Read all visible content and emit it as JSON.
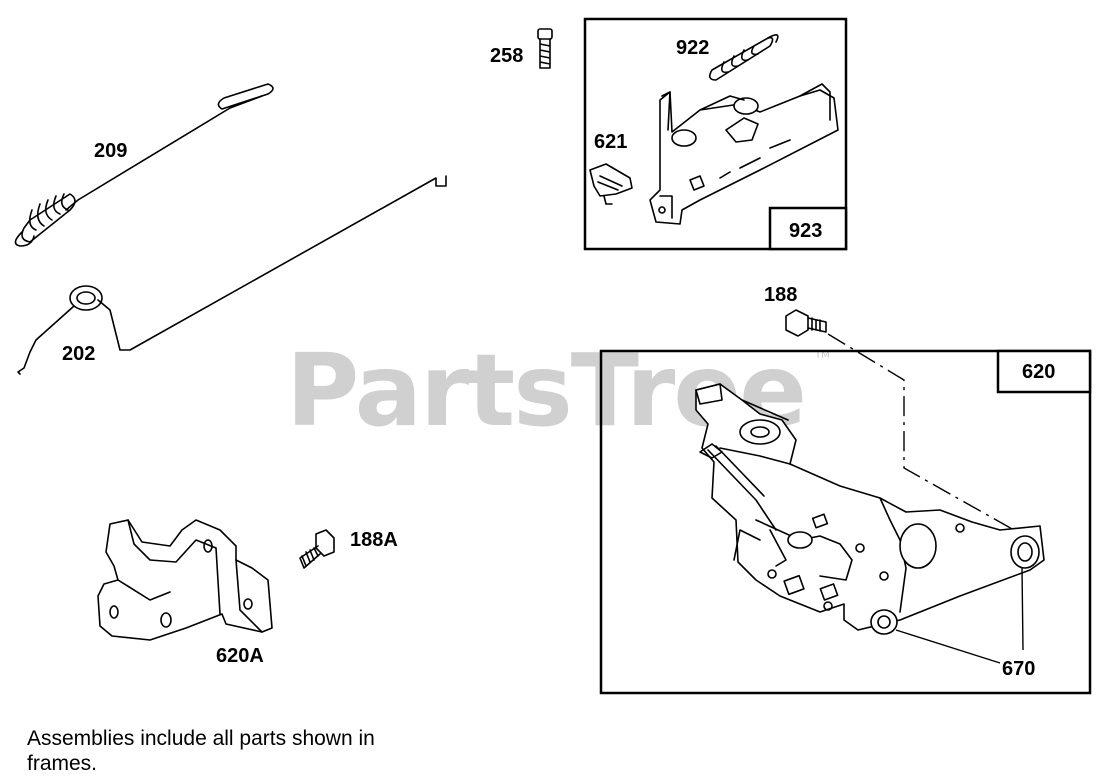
{
  "watermark": {
    "text": "PartsTree",
    "trademark": "TM"
  },
  "callouts": {
    "p209": "209",
    "p202": "202",
    "p258": "258",
    "p922": "922",
    "p621": "621",
    "p923": "923",
    "p188": "188",
    "p620": "620",
    "p670": "670",
    "p188A": "188A",
    "p620A": "620A"
  },
  "note": {
    "line1": "Assemblies include all parts shown in",
    "line2": "frames."
  }
}
